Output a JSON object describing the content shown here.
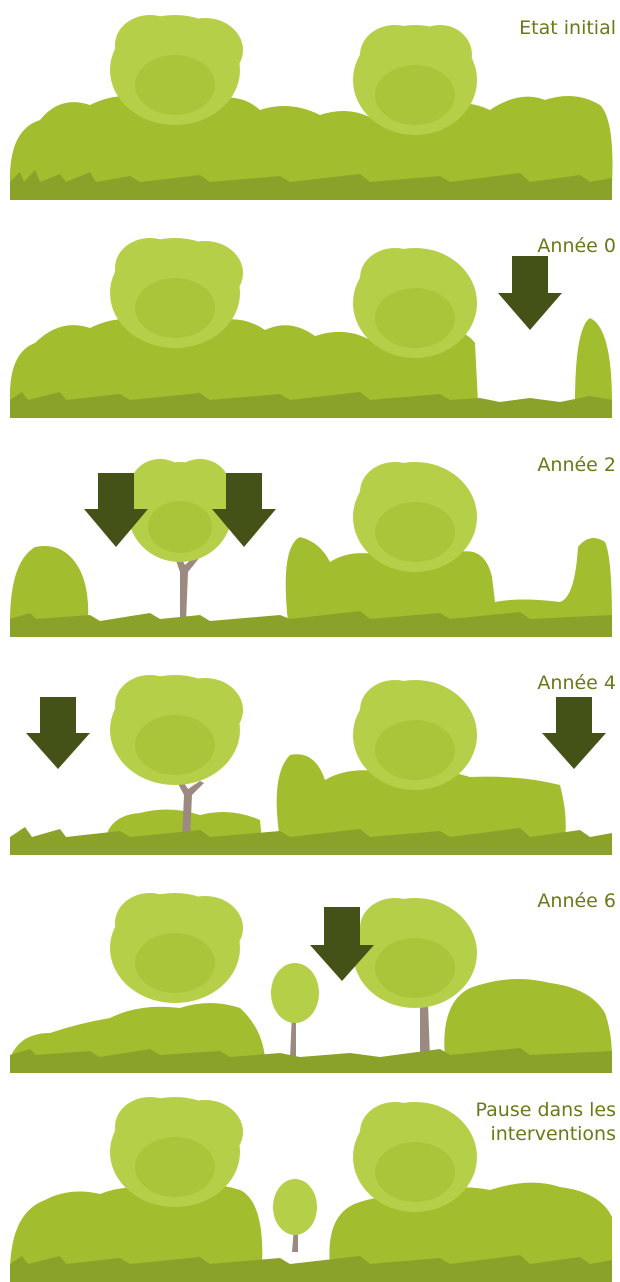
{
  "stages": [
    {
      "label": "Etat initial"
    },
    {
      "label": "Année 0"
    },
    {
      "label": "Année 2"
    },
    {
      "label": "Année 4"
    },
    {
      "label": "Année 6"
    },
    {
      "label": "Pause dans les\ninterventions"
    }
  ],
  "colors": {
    "ground": "#8aa22a",
    "shrub": "#a2bd2d",
    "foliage_light": "#b5cf49",
    "trunk": "#9c8a80",
    "arrow": "#445217",
    "label": "#6a7a18"
  },
  "icons": [
    "shrub-icon",
    "tree-icon",
    "grass-icon",
    "down-arrow-icon"
  ]
}
